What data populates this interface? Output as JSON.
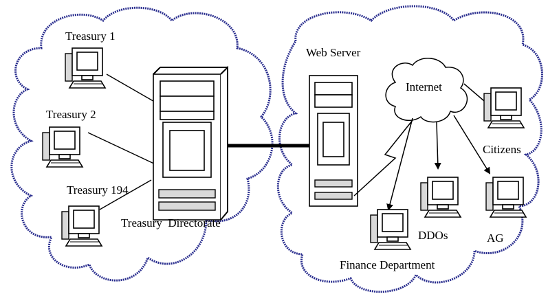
{
  "nodes": {
    "treasury_1": "Treasury 1",
    "treasury_2": "Treasury 2",
    "treasury_194": "Treasury 194",
    "treasury_directorate": "Treasury  Directorate",
    "web_server": "Web Server",
    "internet": "Internet",
    "citizens": "Citizens",
    "ddos": "DDOs",
    "ag": "AG",
    "finance_department": "Finance Department"
  },
  "colors": {
    "cloud_outline": "#2b2f8f",
    "device_fill": "#d9d9d9",
    "line": "#000000"
  }
}
